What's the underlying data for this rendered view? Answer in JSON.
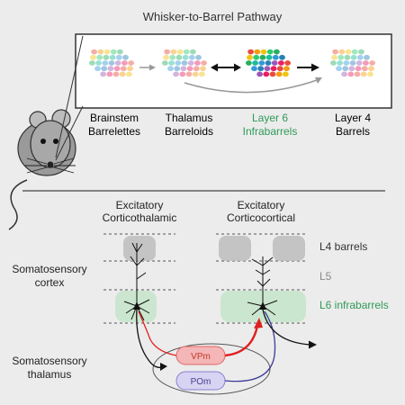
{
  "title": "Whisker-to-Barrel Pathway",
  "stages": [
    {
      "line1": "Brainstem",
      "line2": "Barrelettes",
      "color": "#333333"
    },
    {
      "line1": "Thalamus",
      "line2": "Barreloids",
      "color": "#333333"
    },
    {
      "line1": "Layer 6",
      "line2": "Infrabarrels",
      "color": "#2f9a57"
    },
    {
      "line1": "Layer 4",
      "line2": "Barrels",
      "color": "#333333"
    }
  ],
  "columns": {
    "corticothalamic": {
      "line1": "Excitatory",
      "line2": "Corticothalamic"
    },
    "corticocortical": {
      "line1": "Excitatory",
      "line2": "Corticocortical"
    }
  },
  "regions": {
    "cortex": {
      "line1": "Somatosensory",
      "line2": "cortex"
    },
    "thalamus": {
      "line1": "Somatosensory",
      "line2": "thalamus"
    }
  },
  "layers": {
    "l4": {
      "label": "L4 barrels",
      "color": "#333333"
    },
    "l5": {
      "label": "L5",
      "color": "#888888"
    },
    "l6": {
      "label": "L6 infrabarrels",
      "color": "#2f9a57"
    }
  },
  "nuclei": {
    "vpm": {
      "label": "VPm",
      "color": "#e06666"
    },
    "pom": {
      "label": "POm",
      "color": "#8a80d0"
    }
  },
  "colors": {
    "red_path": "#e02020",
    "blue_path": "#3a3a9a",
    "barrel_palette": [
      "#e74c3c",
      "#f39c12",
      "#f1c40f",
      "#2ecc71",
      "#27ae60",
      "#1abc9c",
      "#3498db",
      "#2980b9",
      "#9b59b6",
      "#e91e63"
    ]
  }
}
